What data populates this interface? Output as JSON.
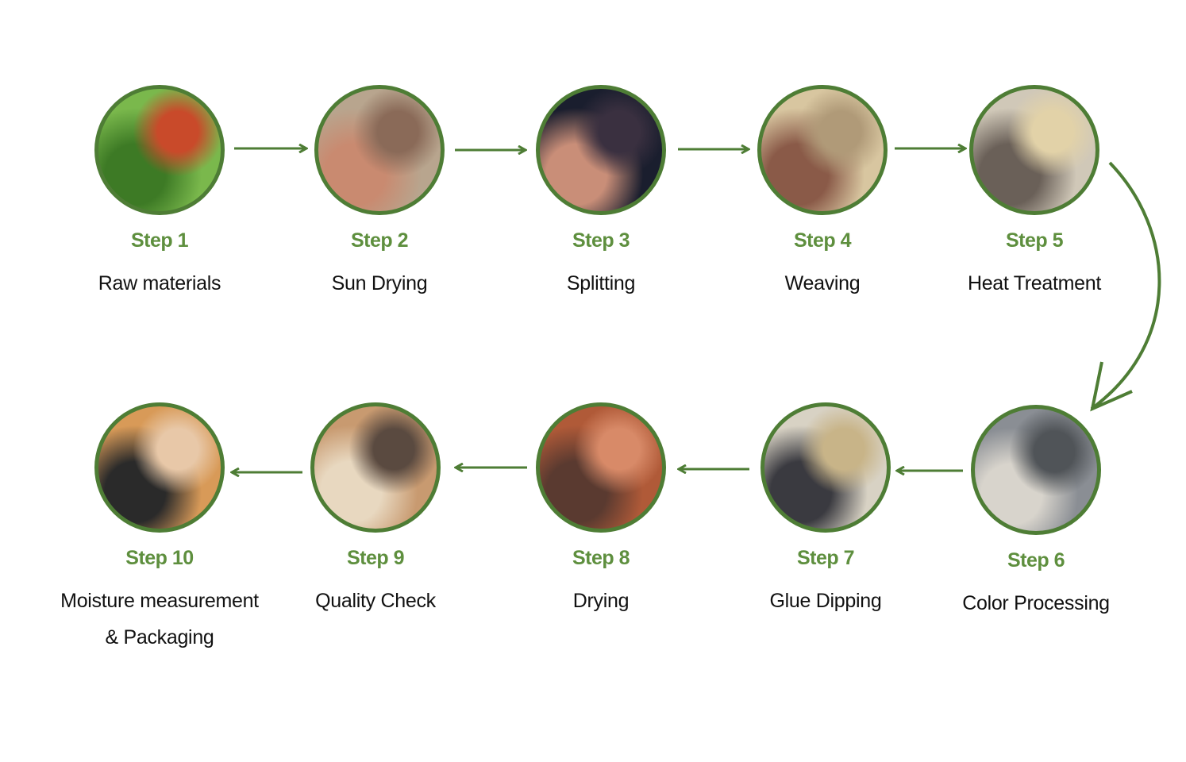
{
  "accent_color": "#4e7d35",
  "steps": [
    {
      "label": "Step 1",
      "title": "Raw materials",
      "photo": "water-hyacinth-harvest-photo",
      "colors": [
        "#7ab84c",
        "#3d7a25",
        "#c94a2a"
      ]
    },
    {
      "label": "Step 2",
      "title": "Sun Drying",
      "photo": "sun-drying-yard-photo",
      "colors": [
        "#b8a58e",
        "#c98a70",
        "#8a6a58"
      ]
    },
    {
      "label": "Step 3",
      "title": "Splitting",
      "photo": "splitting-fibers-photo",
      "colors": [
        "#1a1e2e",
        "#c98e78",
        "#3a3040"
      ]
    },
    {
      "label": "Step 4",
      "title": "Weaving",
      "photo": "weaving-basket-photo",
      "colors": [
        "#d8c6a0",
        "#8a5a48",
        "#b09a78"
      ]
    },
    {
      "label": "Step 5",
      "title": "Heat Treatment",
      "photo": "heat-treatment-photo",
      "colors": [
        "#d0c8b8",
        "#6a6058",
        "#e2d2a8"
      ]
    },
    {
      "label": "Step 6",
      "title": "Color Processing",
      "photo": "color-spraying-photo",
      "colors": [
        "#8a8e94",
        "#d8d4cc",
        "#505458"
      ]
    },
    {
      "label": "Step 7",
      "title": "Glue Dipping",
      "photo": "glue-dipping-photo",
      "colors": [
        "#d8d2c4",
        "#3a3a40",
        "#c8b488"
      ]
    },
    {
      "label": "Step 8",
      "title": "Drying",
      "photo": "drying-rack-photo",
      "colors": [
        "#b05a38",
        "#5a3a30",
        "#d88a68"
      ]
    },
    {
      "label": "Step 9",
      "title": "Quality Check",
      "photo": "quality-check-warehouse-photo",
      "colors": [
        "#c89a70",
        "#e8d8c0",
        "#5a4a40"
      ]
    },
    {
      "label": "Step 10",
      "title": "Moisture measurement",
      "title2": "& Packaging",
      "photo": "moisture-measurement-photo",
      "colors": [
        "#d89a58",
        "#2a2a2a",
        "#e8c8a8"
      ]
    }
  ]
}
